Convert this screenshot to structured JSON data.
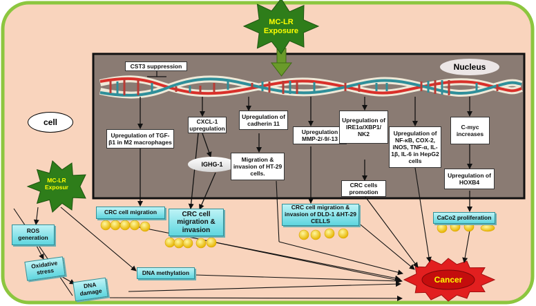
{
  "exposure_main": {
    "line1": "MC-LR",
    "line2": "Exposure"
  },
  "exposure_small": {
    "line1": "MC-LR",
    "line2": "Exposur"
  },
  "cell_label": "cell",
  "nucleus_label": "Nucleus",
  "cst3": "CST3 suppression",
  "tgf": "Upregulation of TGF-β1 in M2 macrophages",
  "cxcl": "CXCL-1 upregulation",
  "ighg": "IGHG-1",
  "cadherin": "Upregulation of cadherin 11",
  "migration_ht29": "Migration & invasion of HT-29 cells.",
  "mmp": "Upregulation MMP-2/-9/-13",
  "ire": "Upregulation of IRE1α/XBP1/ NK2",
  "crc_promotion": "CRC cells promotion",
  "nfkb": "Upregulation of NF-κB, COX-2, iNOS, TNF-α, IL-1β, IL-6 in HepG2 cells",
  "cmyc": "C-myc increases",
  "hoxb4": "Upregulation of HOXB4",
  "crc_migration": "CRC cell migration",
  "crc_migration_invasion": "CRC cell migration & invasion",
  "crc_dld": "CRC cell migration & invasion of DLD-1 &HT-29 CELLS",
  "caco2": "CaCo2 proliferation",
  "ros": "ROS generation",
  "oxidative": "Oxidative stress",
  "dna_damage": "DNA damage",
  "dna_methylation": "DNA methylation",
  "cancer": "Cancer",
  "colors": {
    "background": "#f9d4bd",
    "border": "#8cc63f",
    "nucleus_box": "#8a7b73",
    "star_green": "#2e7d1a",
    "star_text": "#ffff00",
    "arrow_green": "#6a9a2a",
    "dna_red": "#d9302a",
    "dna_teal": "#2f8f9a",
    "cyan_box": "#5fd6df",
    "dots": "#f5c400",
    "cancer_star": "#e21f1f"
  }
}
